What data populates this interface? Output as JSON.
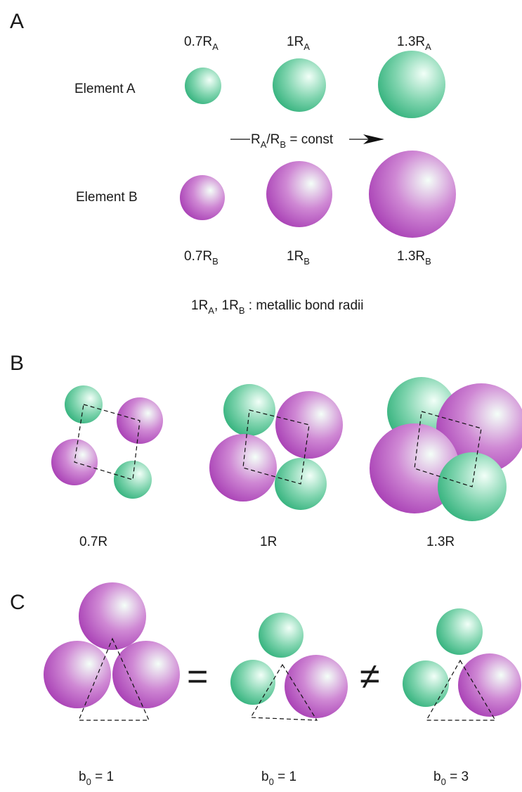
{
  "colors": {
    "element_a": "#2fb07a",
    "element_a_light": "#f2fff8",
    "element_b": "#a63bb3",
    "element_b_light": "#f4fff8",
    "line": "#111111"
  },
  "panel_a": {
    "letter": "A",
    "row_a_label": "Element A",
    "row_b_label": "Element B",
    "top_labels": [
      {
        "main": "0.7R",
        "sub": "A"
      },
      {
        "main": "1R",
        "sub": "A"
      },
      {
        "main": "1.3R",
        "sub": "A"
      }
    ],
    "bottom_labels": [
      {
        "main": "0.7R",
        "sub": "B"
      },
      {
        "main": "1R",
        "sub": "B"
      },
      {
        "main": "1.3R",
        "sub": "B"
      }
    ],
    "ratio": {
      "r1": "R",
      "s1": "A",
      "slash": "/R",
      "s2": "B",
      "rest": " = const"
    },
    "footnote": {
      "p1": "1R",
      "s1": "A",
      "p2": ", 1R",
      "s2": "B",
      "p3": " : metallic bond radii"
    }
  },
  "panel_b": {
    "letter": "B",
    "labels": [
      "0.7R",
      "1R",
      "1.3R"
    ]
  },
  "panel_c": {
    "letter": "C",
    "equals": "=",
    "not_equals": "≠",
    "labels": [
      {
        "main": "b",
        "sub": "0",
        "rest": " = 1"
      },
      {
        "main": "b",
        "sub": "0",
        "rest": " = 1"
      },
      {
        "main": "b",
        "sub": "0",
        "rest": " = 3"
      }
    ]
  }
}
